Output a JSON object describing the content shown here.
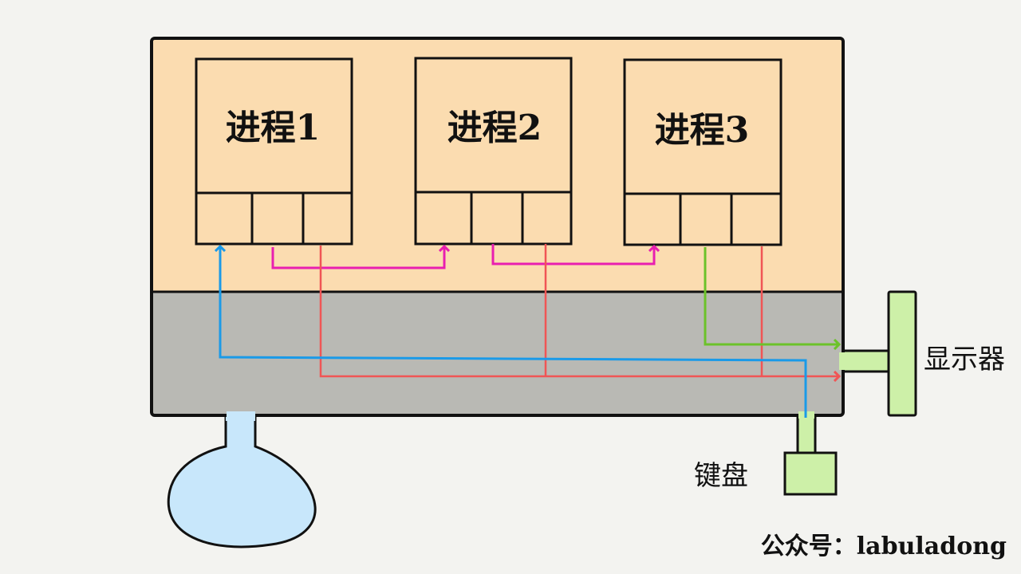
{
  "processes": [
    {
      "label": "进程1"
    },
    {
      "label": "进程2"
    },
    {
      "label": "进程3"
    }
  ],
  "devices": {
    "display_label": "显示器",
    "keyboard_label": "键盘"
  },
  "footer": {
    "credit": "公众号：labuladong"
  },
  "colors": {
    "user_space": "#fbdcb0",
    "kernel_space": "#b9b9b4",
    "device": "#cdf0a8",
    "disk": "#c8e7fb",
    "pipe_arrow": "#e81fb0",
    "stdout_arrow": "#f05555",
    "stdin_arrow": "#1a9ae8",
    "display_arrow": "#6cc22a"
  }
}
